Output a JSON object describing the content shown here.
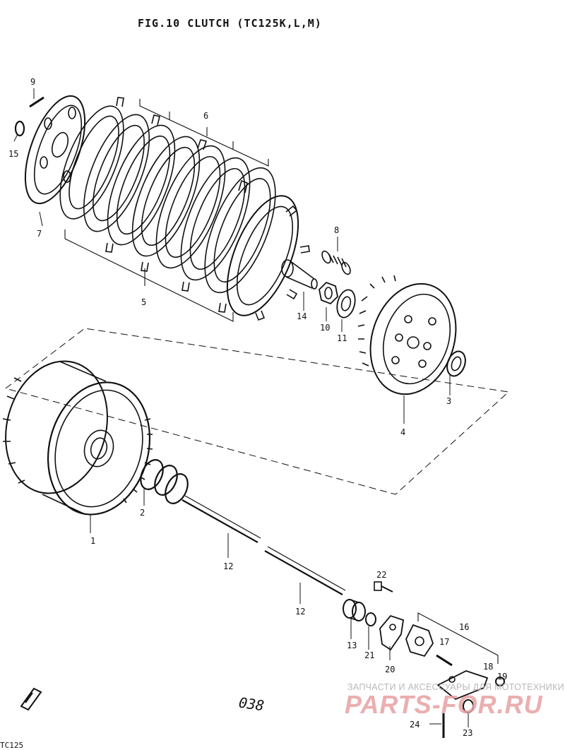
{
  "title": "FIG.10  CLUTCH (TC125K,L,M)",
  "page_number": "038",
  "corner_text": "TC125",
  "watermark": {
    "small": "ЗАПЧАСТИ И АКСЕССУАРЫ ДЛЯ МОТОТЕХНИКИ",
    "big": "PARTS-FOR.RU"
  },
  "callouts": {
    "c1": "1",
    "c2": "2",
    "c3": "3",
    "c4": "4",
    "c5": "5",
    "c6": "6",
    "c7": "7",
    "c8": "8",
    "c9": "9",
    "c10": "10",
    "c11": "11",
    "c12a": "12",
    "c12b": "12",
    "c13": "13",
    "c14": "14",
    "c15": "15",
    "c16": "16",
    "c17": "17",
    "c18": "18",
    "c19": "19",
    "c20": "20",
    "c21": "21",
    "c22": "22",
    "c23": "23",
    "c24": "24"
  }
}
